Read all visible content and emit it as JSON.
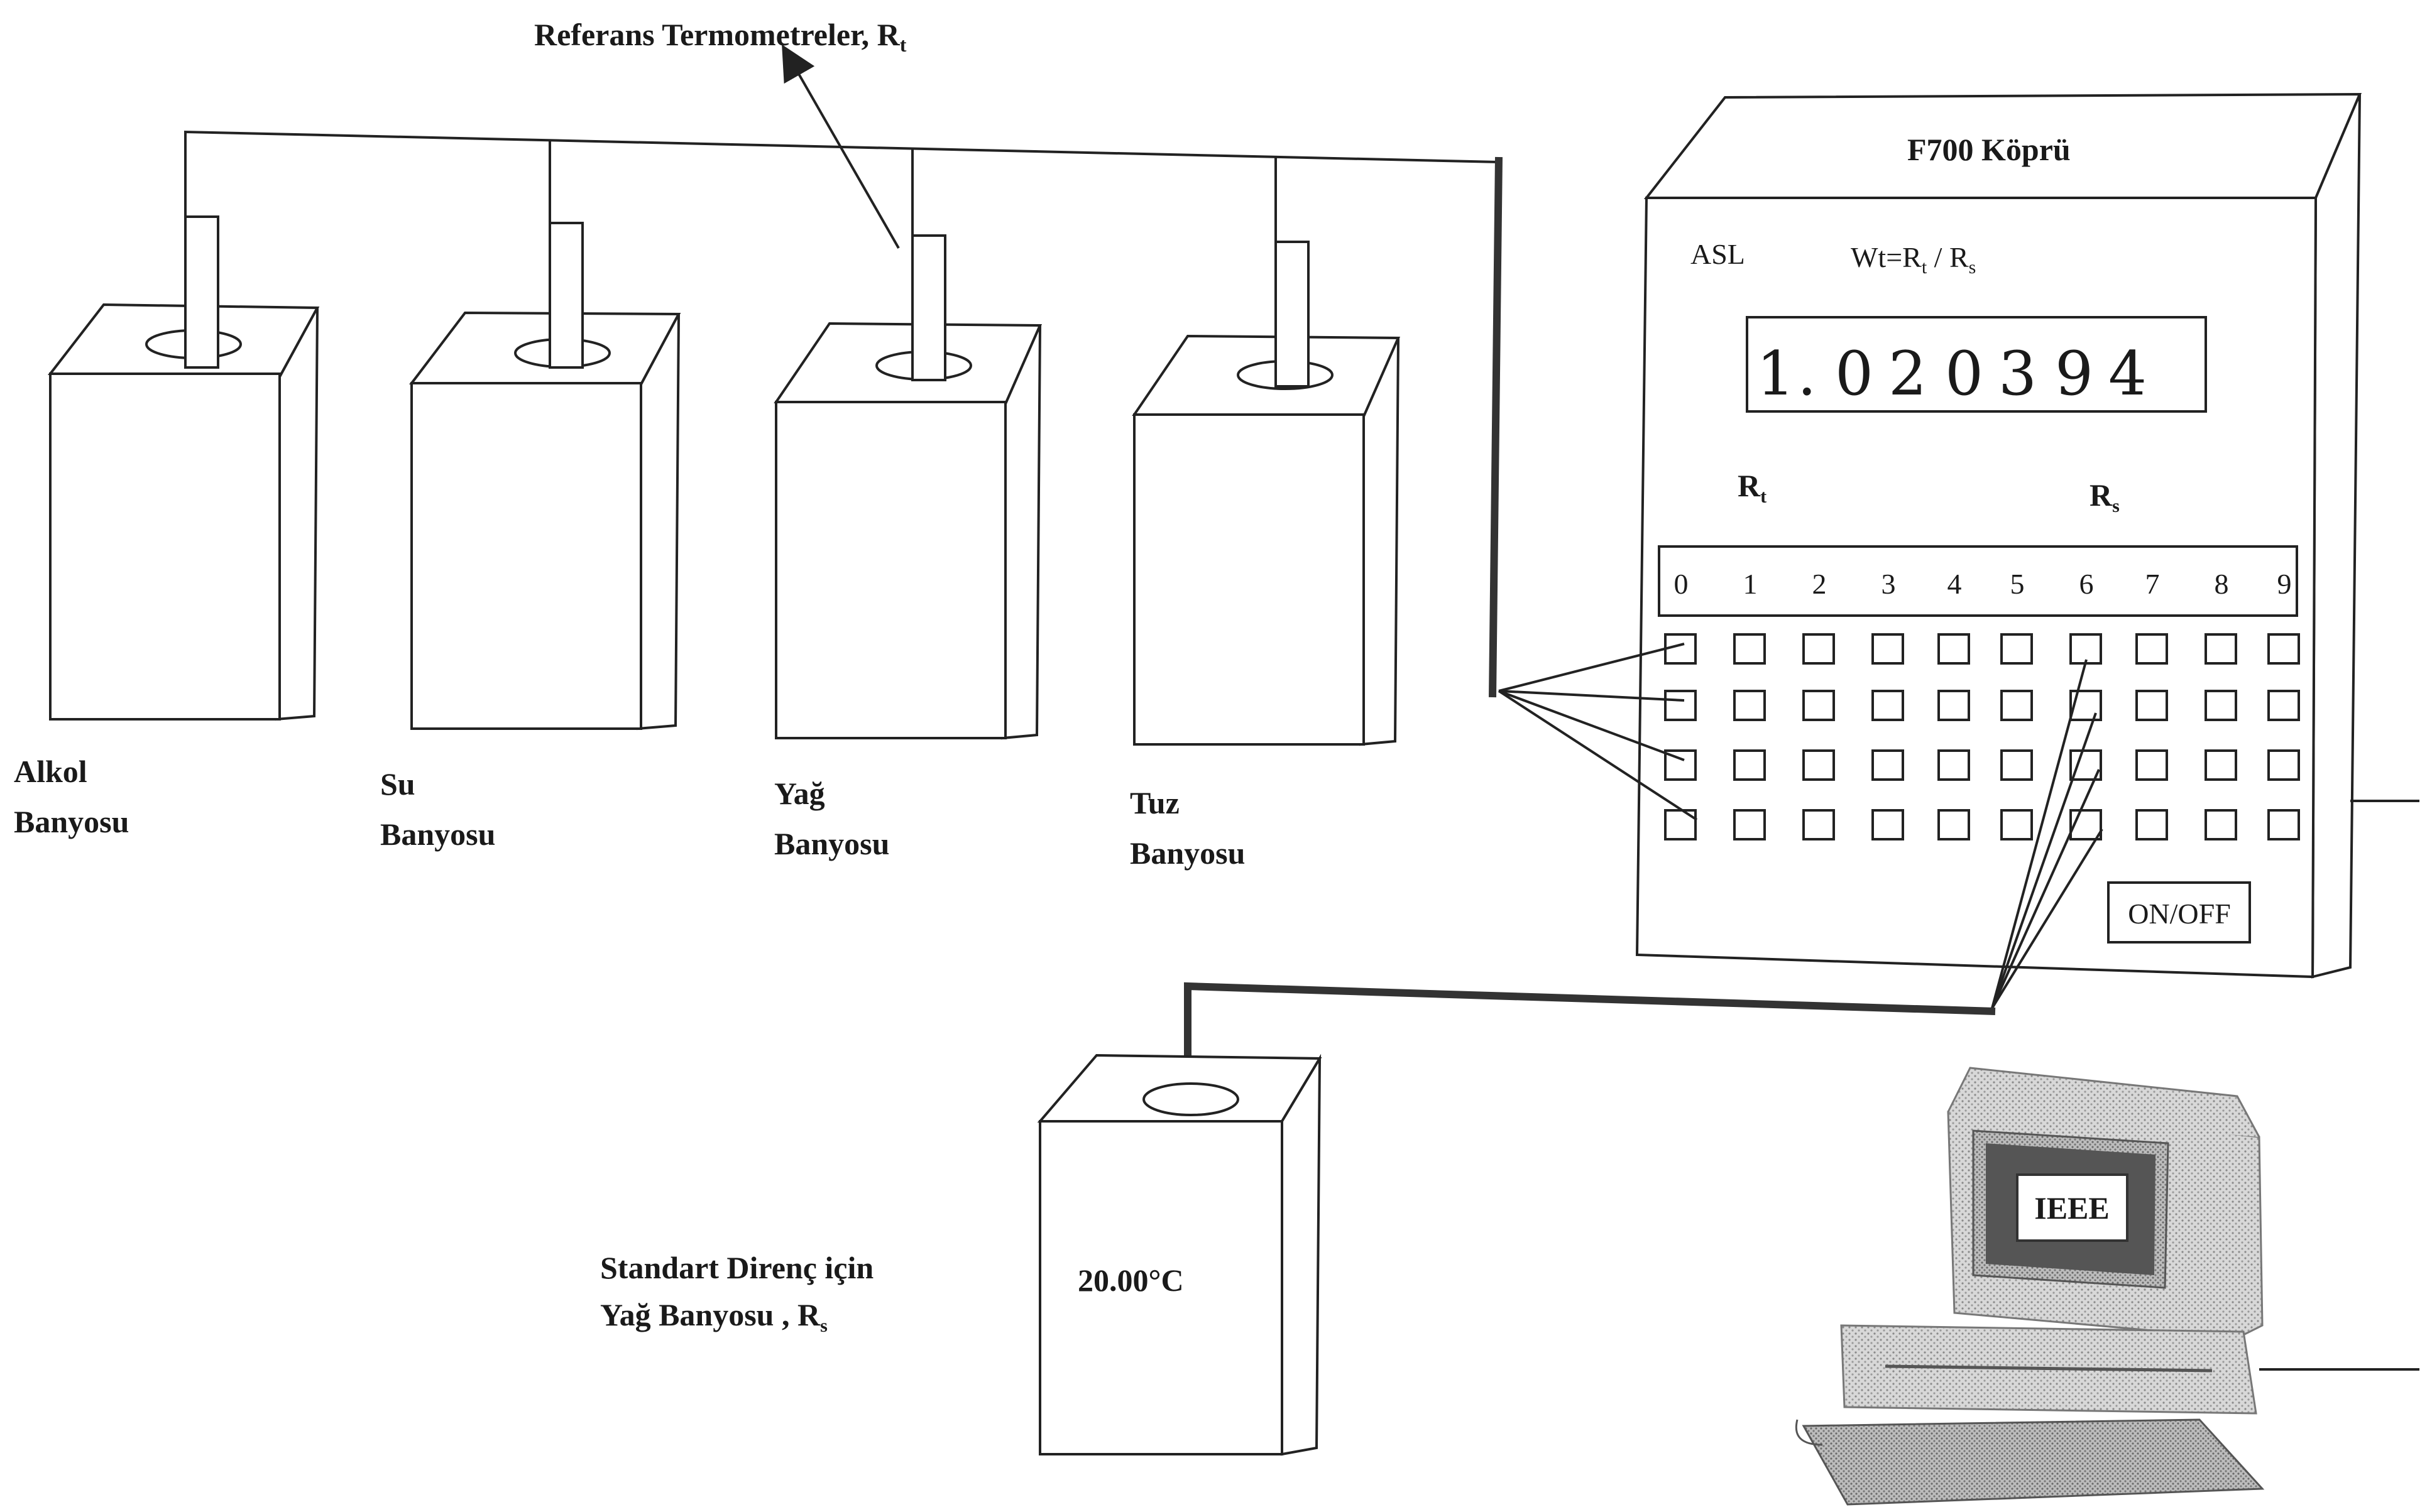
{
  "title_label": "Referans Termometreler, R",
  "title_sub": "t",
  "baths": [
    {
      "line1": "Alkol",
      "line2": "Banyosu"
    },
    {
      "line1": "Su",
      "line2": "Banyosu"
    },
    {
      "line1": "Yağ",
      "line2": "Banyosu"
    },
    {
      "line1": "Tuz",
      "line2": "Banyosu"
    }
  ],
  "bridge": {
    "title": "F700 Köprü",
    "brand": "ASL",
    "formula_main": "Wt=R",
    "formula_sub1": "t",
    "formula_mid": " / R",
    "formula_sub2": "s",
    "display_digits": [
      "1",
      ".",
      "0",
      "2",
      "0",
      "3",
      "9",
      "4"
    ],
    "rt_label": "R",
    "rt_sub": "t",
    "rs_label": "R",
    "rs_sub": "s",
    "channels": [
      "0",
      "1",
      "2",
      "3",
      "4",
      "5",
      "6",
      "7",
      "8",
      "9"
    ],
    "power_label": "ON/OFF"
  },
  "standard": {
    "line1": "Standart Direnç için",
    "line2_main": "Yağ Banyosu , R",
    "line2_sub": "s",
    "temperature": "20.00°C"
  },
  "computer": {
    "screen_label": "IEEE"
  }
}
